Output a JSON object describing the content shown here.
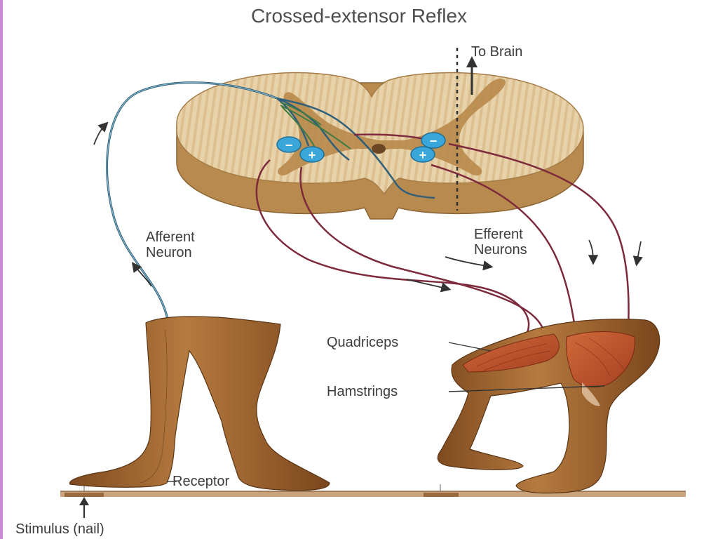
{
  "title": "Crossed-extensor Reflex",
  "labels": {
    "to_brain": "To Brain",
    "afferent": [
      "Afferent",
      "Neuron"
    ],
    "efferent": [
      "Efferent",
      "Neurons"
    ],
    "quadriceps": "Quadriceps",
    "hamstrings": "Hamstrings",
    "receptor": "Receptor",
    "stimulus": "Stimulus (nail)"
  },
  "synapse_signs": {
    "inhibitory": "−",
    "excitatory": "+"
  },
  "colors": {
    "afferent_neuron": "#2f5f7a",
    "efferent_neuron": "#7d2a3c",
    "interneuron": "#3f7b45",
    "synapse_marker": "#3aa6d9",
    "spinal_white_matter": "#e6cfa6",
    "spinal_grey_matter": "#b88a4d",
    "skin": "#a86d35",
    "muscle": "#c4552d",
    "floor": "#caa37c",
    "title_text": "#4d4d4d"
  }
}
